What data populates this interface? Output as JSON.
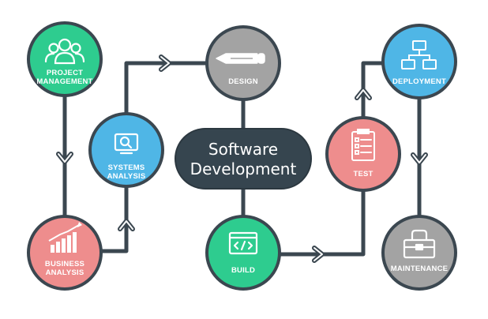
{
  "center": {
    "line1": "Software",
    "line2": "Development",
    "color": "#36454f"
  },
  "nodes": {
    "project_management": {
      "line1": "PROJECT",
      "line2": "MANAGEMENT",
      "color": "#2ecc8f",
      "icon": "people-icon"
    },
    "systems_analysis": {
      "line1": "SYSTEMS",
      "line2": "ANALYSIS",
      "color": "#4fb6e6",
      "icon": "monitor-search-icon"
    },
    "business_analysis": {
      "line1": "BUSINESS",
      "line2": "ANALYSIS",
      "color": "#ee8d8d",
      "icon": "bar-chart-icon"
    },
    "design": {
      "line1": "DESIGN",
      "color": "#a3a3a3",
      "icon": "pencil-icon"
    },
    "build": {
      "line1": "BUILD",
      "color": "#2ecc8f",
      "icon": "code-window-icon"
    },
    "test": {
      "line1": "TEST",
      "color": "#ee8d8d",
      "icon": "checklist-icon"
    },
    "deployment": {
      "line1": "DEPLOYMENT",
      "color": "#4fb6e6",
      "icon": "network-icon"
    },
    "maintenance": {
      "line1": "MAINTENANCE",
      "color": "#a3a3a3",
      "icon": "toolbox-icon"
    }
  },
  "colors": {
    "ring": "#3b4750",
    "connector": "#3b4750",
    "background": "#ffffff"
  }
}
